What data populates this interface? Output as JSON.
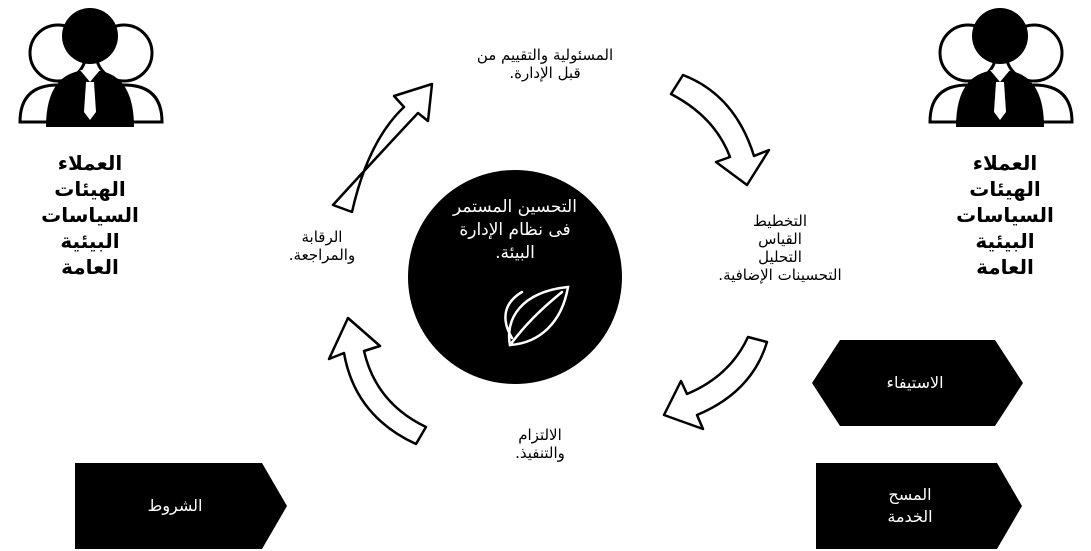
{
  "left_group": {
    "lines": [
      "العملاء",
      "الهيئات",
      "السياسات",
      "البيئية",
      "العامة"
    ]
  },
  "right_group": {
    "lines": [
      "العملاء",
      "الهيئات",
      "السياسات",
      "البيئية",
      "العامة"
    ]
  },
  "center": {
    "lines": [
      "التحسين المستمر",
      "فى نظام الإدارة",
      "البيئة."
    ]
  },
  "cycle": {
    "top": [
      "المسئولية والتقييم من",
      "قبل الإدارة."
    ],
    "right": [
      "التخطيط",
      "القياس",
      "التحليل",
      "التحسينات الإضافية."
    ],
    "bottom": [
      "الالتزام",
      "والتنفيذ."
    ],
    "left": [
      "الرقابة",
      "والمراجعة."
    ]
  },
  "tags": {
    "left_bottom": "الشروط",
    "right_middle": "الاستيفاء",
    "right_bottom": [
      "المسح",
      "الخدمة"
    ]
  }
}
